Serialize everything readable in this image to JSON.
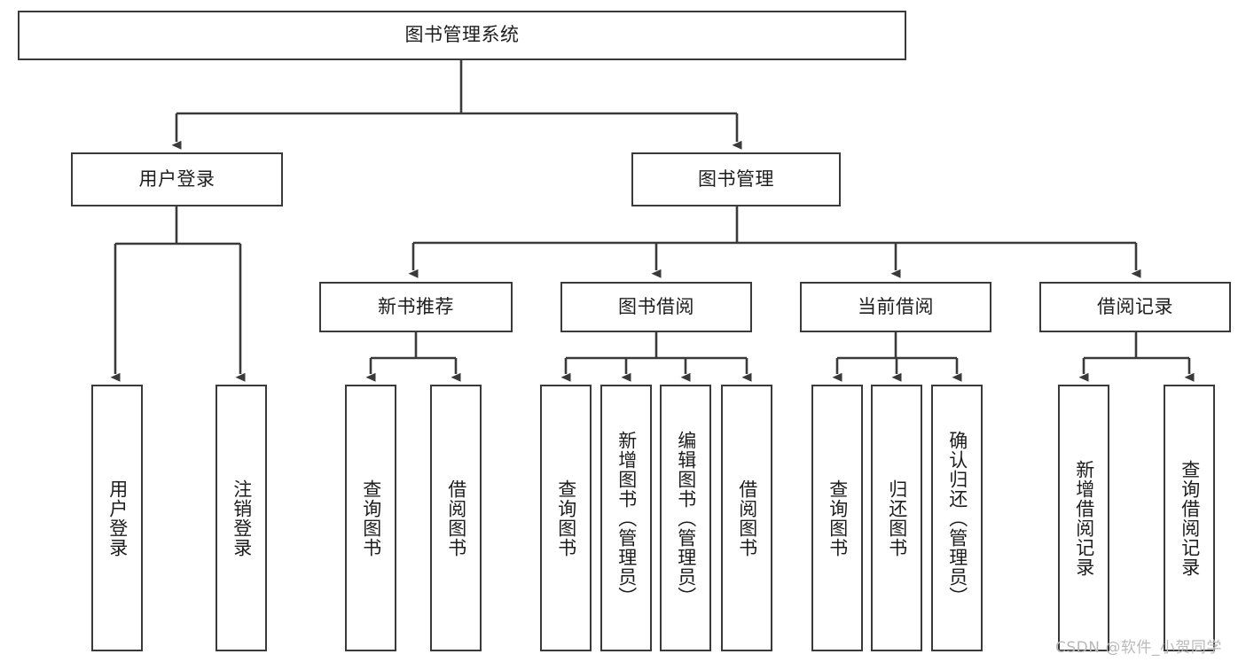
{
  "diagram": {
    "title": "图书管理系统",
    "type": "hierarchy-tree",
    "orientation": "top-down",
    "background_color": "#ffffff",
    "stroke_color": "#3a3a3a",
    "text_color": "#1d1d1d",
    "levels": [
      {
        "level": 1,
        "nodes": [
          {
            "id": "root",
            "label": "图书管理系统",
            "text_direction": "horizontal"
          }
        ]
      },
      {
        "level": 2,
        "nodes": [
          {
            "id": "user-login",
            "label": "用户登录",
            "text_direction": "horizontal"
          },
          {
            "id": "book-manage",
            "label": "图书管理",
            "text_direction": "horizontal"
          }
        ]
      },
      {
        "level": 3,
        "nodes": [
          {
            "id": "new-book-rec",
            "label": "新书推荐",
            "text_direction": "horizontal"
          },
          {
            "id": "book-borrow",
            "label": "图书借阅",
            "text_direction": "horizontal"
          },
          {
            "id": "current-borrow",
            "label": "当前借阅",
            "text_direction": "horizontal"
          },
          {
            "id": "borrow-record",
            "label": "借阅记录",
            "text_direction": "horizontal"
          }
        ]
      },
      {
        "level": 4,
        "nodes": [
          {
            "id": "leaf-1",
            "parent": "user-login",
            "label": "用户登录",
            "text_direction": "vertical"
          },
          {
            "id": "leaf-2",
            "parent": "user-login",
            "label": "注销登录",
            "text_direction": "vertical"
          },
          {
            "id": "leaf-3",
            "parent": "new-book-rec",
            "label": "查询图书",
            "text_direction": "vertical"
          },
          {
            "id": "leaf-4",
            "parent": "new-book-rec",
            "label": "借阅图书",
            "text_direction": "vertical"
          },
          {
            "id": "leaf-5",
            "parent": "book-borrow",
            "label": "查询图书",
            "text_direction": "vertical"
          },
          {
            "id": "leaf-6",
            "parent": "book-borrow",
            "label": "新增图书（管理员）",
            "text_direction": "vertical"
          },
          {
            "id": "leaf-7",
            "parent": "book-borrow",
            "label": "编辑图书（管理员）",
            "text_direction": "vertical"
          },
          {
            "id": "leaf-8",
            "parent": "book-borrow",
            "label": "借阅图书",
            "text_direction": "vertical"
          },
          {
            "id": "leaf-9",
            "parent": "current-borrow",
            "label": "查询图书",
            "text_direction": "vertical"
          },
          {
            "id": "leaf-10",
            "parent": "current-borrow",
            "label": "归还图书",
            "text_direction": "vertical"
          },
          {
            "id": "leaf-11",
            "parent": "current-borrow",
            "label": "确认归还（管理员）",
            "text_direction": "vertical"
          },
          {
            "id": "leaf-12",
            "parent": "borrow-record",
            "label": "新增借阅记录",
            "text_direction": "vertical"
          },
          {
            "id": "leaf-13",
            "parent": "borrow-record",
            "label": "查询借阅记录",
            "text_direction": "vertical"
          }
        ]
      }
    ]
  },
  "watermark": {
    "text": "CSDN @软件_小贺同学",
    "color": "#b9b9b9"
  }
}
